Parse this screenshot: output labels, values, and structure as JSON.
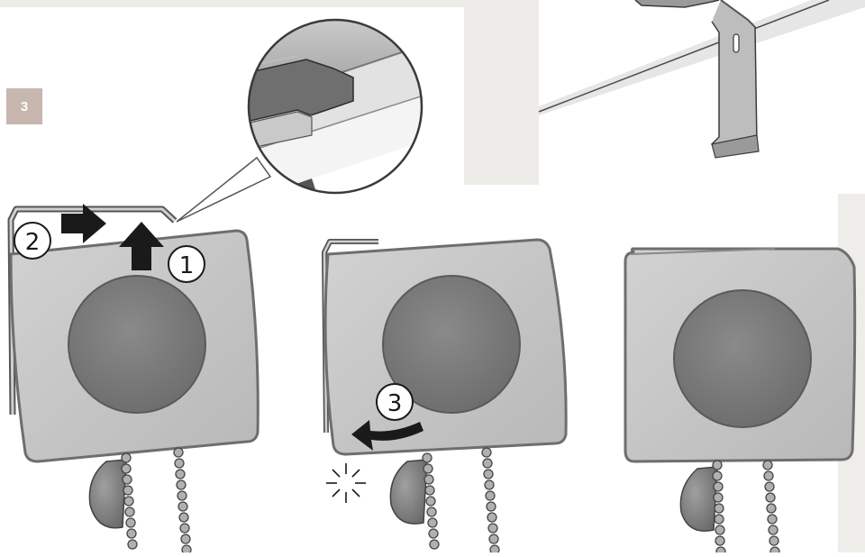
{
  "step": {
    "number": "3"
  },
  "callouts": {
    "one": "1",
    "two": "2",
    "three": "3"
  },
  "colors": {
    "background_panel": "#eeece9",
    "badge": "#c8b7ae",
    "cover_fill": "#c4c4c4",
    "cover_edge": "#6e6e6e",
    "disk_fill": "#7c7c7c",
    "arrow": "#1a1a1a"
  },
  "icons": [
    "arrow-right-icon",
    "arrow-up-icon",
    "curved-arrow-left-icon",
    "click-spark-icon",
    "magnifier-detail-circle",
    "bead-chain"
  ]
}
